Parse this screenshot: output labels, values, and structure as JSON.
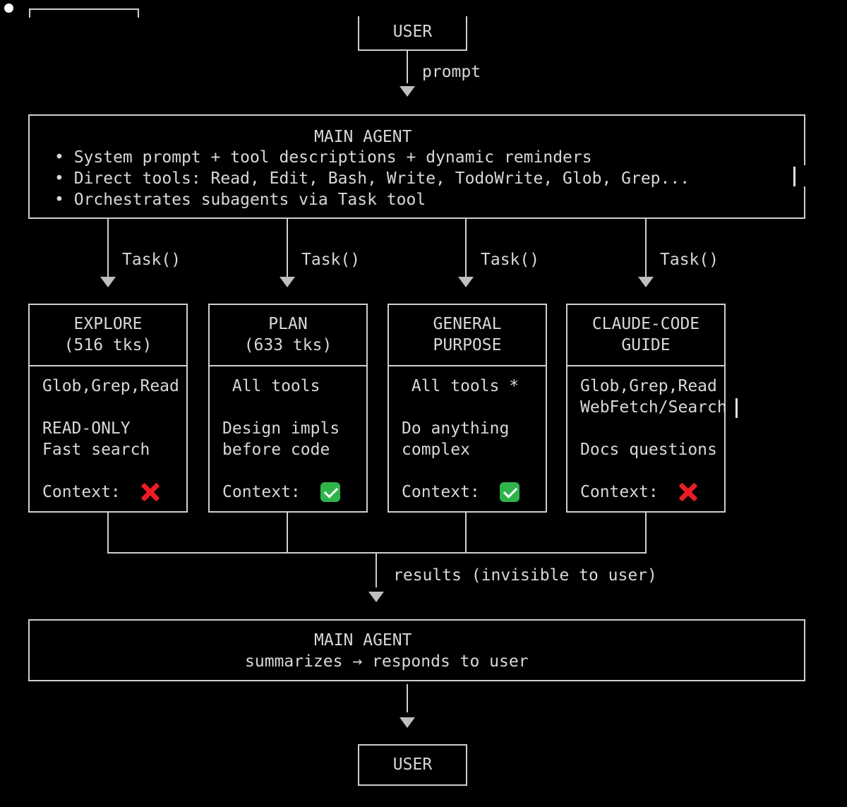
{
  "colors": {
    "background": "#000000",
    "text": "#d8d8d8",
    "border": "#cfcfcf",
    "arrow": "#bfbfbf",
    "context_no": "#ed1c24",
    "context_yes": "#2fb44b"
  },
  "top": {
    "user_label": "USER",
    "prompt_label": "prompt"
  },
  "main_agent": {
    "title": "MAIN AGENT",
    "bullets": [
      "• System prompt + tool descriptions + dynamic reminders",
      "• Direct tools: Read, Edit, Bash, Write, TodoWrite, Glob, Grep...",
      "• Orchestrates subagents via Task tool"
    ]
  },
  "task_call_label": "Task()",
  "subagents": [
    {
      "title": "EXPLORE",
      "subtitle": "(516 tks)",
      "body_lines": [
        "Glob,Grep,Read",
        "",
        "READ-ONLY",
        "Fast search",
        ""
      ],
      "context_label": "Context: ",
      "context_status": "cross"
    },
    {
      "title": "PLAN",
      "subtitle": "(633 tks)",
      "body_lines": [
        " All tools",
        "",
        "Design impls",
        "before code",
        ""
      ],
      "context_label": "Context: ",
      "context_status": "check"
    },
    {
      "title": "GENERAL",
      "subtitle": "PURPOSE",
      "body_lines": [
        " All tools *",
        "",
        "Do anything",
        "complex",
        ""
      ],
      "context_label": "Context: ",
      "context_status": "check"
    },
    {
      "title": "CLAUDE-CODE",
      "subtitle": "GUIDE",
      "body_lines": [
        "Glob,Grep,Read",
        "WebFetch/Search",
        "",
        "Docs questions",
        ""
      ],
      "context_label": "Context: ",
      "context_status": "cross"
    }
  ],
  "results_label": "results (invisible to user)",
  "main_agent_summary": {
    "title": "MAIN AGENT",
    "subtitle": "summarizes → responds to user"
  },
  "bottom": {
    "user_label": "USER"
  }
}
